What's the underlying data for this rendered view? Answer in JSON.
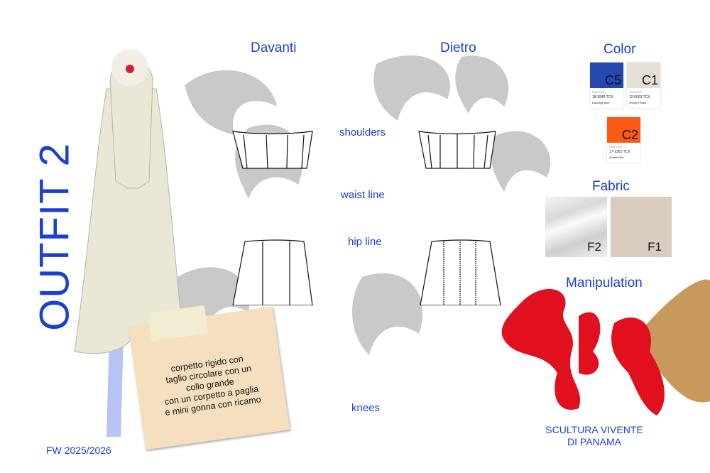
{
  "title": "OUTFIT 2",
  "season": "FW 2025/2026",
  "views": {
    "front": "Davanti",
    "back": "Dietro"
  },
  "measurements": [
    "shoulders",
    "waist line",
    "hip line",
    "knees"
  ],
  "color": {
    "heading": "Color",
    "swatches": [
      {
        "code": "C5",
        "brand": "PANTONE",
        "number": "18-3949 TCX",
        "name": "Dazzling Blue",
        "hex": "#2448b0"
      },
      {
        "code": "C1",
        "brand": "PANTONE",
        "number": "12-0003 TCX",
        "name": "Snowy Peaks",
        "hex": "#e6e0d8"
      },
      {
        "code": "C2",
        "brand": "PANTONE",
        "number": "17-1361 TCX",
        "name": "Scarlet Ibis",
        "hex": "#fb5a14"
      }
    ]
  },
  "fabric": {
    "heading": "Fabric",
    "items": [
      {
        "code": "F2"
      },
      {
        "code": "F1"
      }
    ]
  },
  "manipulation": {
    "heading": "Manipulation",
    "caption_lines": [
      "SCULTURA VIVENTE",
      "DI PANAMA"
    ]
  },
  "note": {
    "lines": [
      "corpetto rigido con",
      "taglio circolare con un",
      "collo grande",
      "con un corpetto a paglia",
      "e mini gonna con ricamo"
    ]
  }
}
